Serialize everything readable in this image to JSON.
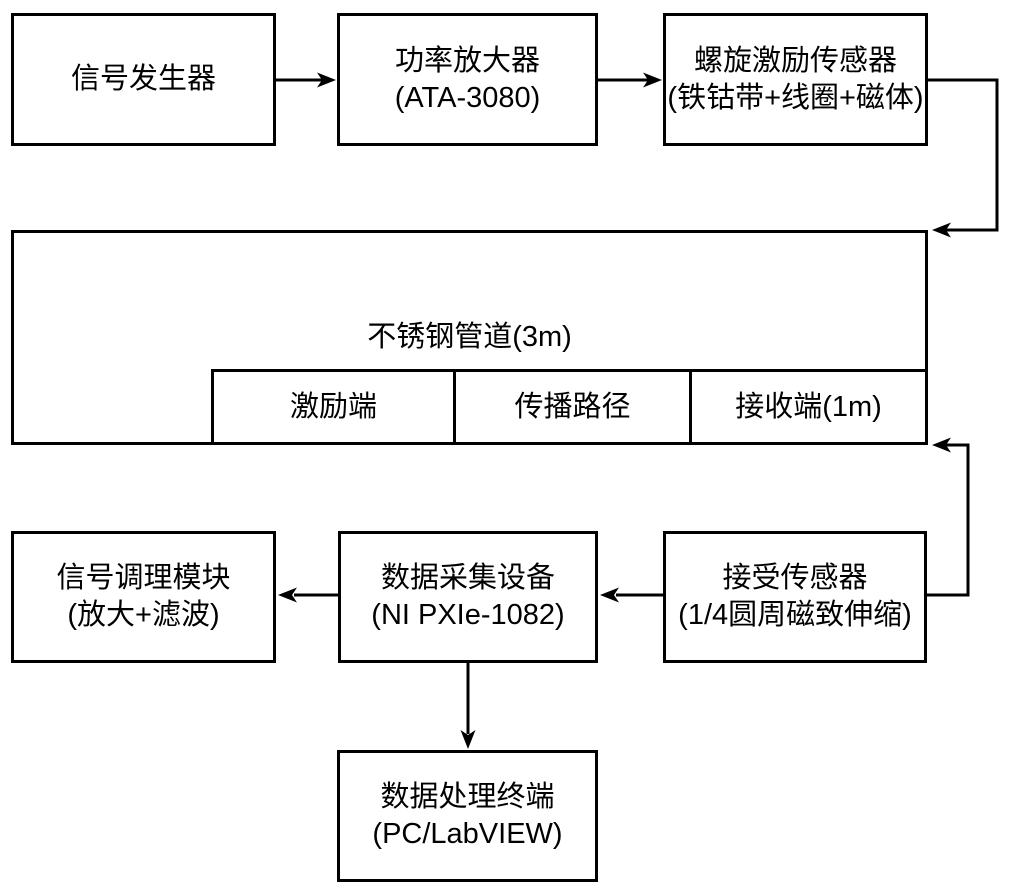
{
  "canvas": {
    "background": "#ffffff",
    "line_color": "#000000",
    "text_color": "#000000"
  },
  "nodes": {
    "signal_generator": {
      "label": "信号发生器"
    },
    "power_amplifier": {
      "label": "功率放大器",
      "sublabel": "(ATA-3080)"
    },
    "spiral_excitation_sensor": {
      "label": "螺旋激励传感器",
      "sublabel": "(铁钴带+线圈+磁体)"
    },
    "pipe": {
      "label": "不锈钢管道(3m)"
    },
    "pipe_sections": [
      {
        "label": "激励端"
      },
      {
        "label": "传播路径"
      },
      {
        "label": "接收端(1m)"
      }
    ],
    "receiving_sensor": {
      "label": "接受传感器",
      "sublabel": "(1/4圆周磁致伸缩)"
    },
    "daq_device": {
      "label": "数据采集设备",
      "sublabel": "(NI PXIe-1082)"
    },
    "signal_conditioning_module": {
      "label": "信号调理模块",
      "sublabel": "(放大+滤波)"
    },
    "data_processing_terminal": {
      "label": "数据处理终端",
      "sublabel": "(PC/LabVIEW)"
    }
  }
}
